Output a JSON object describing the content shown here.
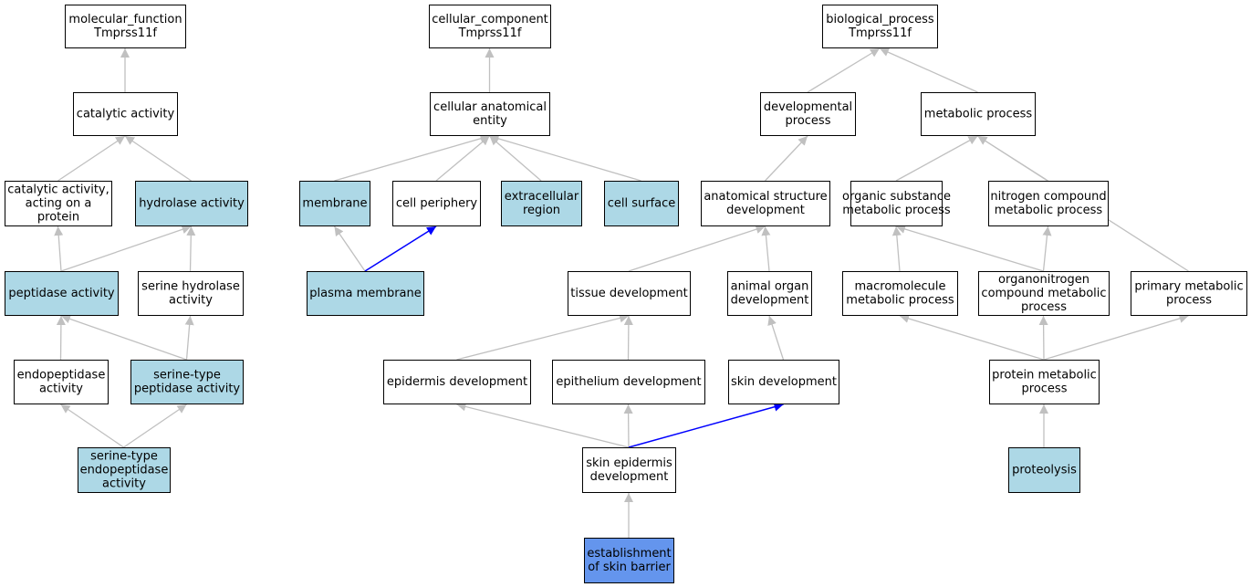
{
  "graph": {
    "colors": {
      "default_fill": "#ffffff",
      "light_fill": "#add8e6",
      "strong_fill": "#6495ed",
      "edge_gray": "#c0c0c0",
      "edge_blue": "#0000ff",
      "stroke": "#000000"
    },
    "nodes": [
      {
        "id": "mf",
        "lines": [
          "molecular_function",
          "Tmprss11f"
        ],
        "fill": "default"
      },
      {
        "id": "cat",
        "lines": [
          "catalytic activity"
        ],
        "fill": "default"
      },
      {
        "id": "catp",
        "lines": [
          "catalytic activity,",
          "acting on a",
          "protein"
        ],
        "fill": "default"
      },
      {
        "id": "hyd",
        "lines": [
          "hydrolase activity"
        ],
        "fill": "light"
      },
      {
        "id": "pep",
        "lines": [
          "peptidase activity"
        ],
        "fill": "light"
      },
      {
        "id": "serhyd",
        "lines": [
          "serine hydrolase",
          "activity"
        ],
        "fill": "default"
      },
      {
        "id": "endo",
        "lines": [
          "endopeptidase",
          "activity"
        ],
        "fill": "default"
      },
      {
        "id": "serpep",
        "lines": [
          "serine-type",
          "peptidase activity"
        ],
        "fill": "light"
      },
      {
        "id": "serendo",
        "lines": [
          "serine-type",
          "endopeptidase",
          "activity"
        ],
        "fill": "light"
      },
      {
        "id": "cc",
        "lines": [
          "cellular_component",
          "Tmprss11f"
        ],
        "fill": "default"
      },
      {
        "id": "cae",
        "lines": [
          "cellular anatomical",
          "entity"
        ],
        "fill": "default"
      },
      {
        "id": "mem",
        "lines": [
          "membrane"
        ],
        "fill": "light"
      },
      {
        "id": "cper",
        "lines": [
          "cell periphery"
        ],
        "fill": "default"
      },
      {
        "id": "extr",
        "lines": [
          "extracellular",
          "region"
        ],
        "fill": "light"
      },
      {
        "id": "csurf",
        "lines": [
          "cell surface"
        ],
        "fill": "light"
      },
      {
        "id": "pmem",
        "lines": [
          "plasma membrane"
        ],
        "fill": "light"
      },
      {
        "id": "bp",
        "lines": [
          "biological_process",
          "Tmprss11f"
        ],
        "fill": "default"
      },
      {
        "id": "dev",
        "lines": [
          "developmental",
          "process"
        ],
        "fill": "default"
      },
      {
        "id": "met",
        "lines": [
          "metabolic process"
        ],
        "fill": "default"
      },
      {
        "id": "asd",
        "lines": [
          "anatomical structure",
          "development"
        ],
        "fill": "default"
      },
      {
        "id": "osm",
        "lines": [
          "organic substance",
          "metabolic process"
        ],
        "fill": "default"
      },
      {
        "id": "ncm",
        "lines": [
          "nitrogen compound",
          "metabolic process"
        ],
        "fill": "default"
      },
      {
        "id": "tis",
        "lines": [
          "tissue development"
        ],
        "fill": "default"
      },
      {
        "id": "aod",
        "lines": [
          "animal organ",
          "development"
        ],
        "fill": "default"
      },
      {
        "id": "mmp",
        "lines": [
          "macromolecule",
          "metabolic process"
        ],
        "fill": "default"
      },
      {
        "id": "onc",
        "lines": [
          "organonitrogen",
          "compound metabolic",
          "process"
        ],
        "fill": "default"
      },
      {
        "id": "pri",
        "lines": [
          "primary metabolic",
          "process"
        ],
        "fill": "default"
      },
      {
        "id": "epid",
        "lines": [
          "epidermis development"
        ],
        "fill": "default"
      },
      {
        "id": "epit",
        "lines": [
          "epithelium development"
        ],
        "fill": "default"
      },
      {
        "id": "skin",
        "lines": [
          "skin development"
        ],
        "fill": "default"
      },
      {
        "id": "prot",
        "lines": [
          "protein metabolic",
          "process"
        ],
        "fill": "default"
      },
      {
        "id": "sed",
        "lines": [
          "skin epidermis",
          "development"
        ],
        "fill": "default"
      },
      {
        "id": "prteo",
        "lines": [
          "proteolysis"
        ],
        "fill": "light"
      },
      {
        "id": "esb",
        "lines": [
          "establishment",
          "of skin barrier"
        ],
        "fill": "strong"
      }
    ],
    "edges": [
      {
        "from": "cat",
        "to": "mf",
        "color": "gray"
      },
      {
        "from": "catp",
        "to": "cat",
        "color": "gray"
      },
      {
        "from": "hyd",
        "to": "cat",
        "color": "gray"
      },
      {
        "from": "pep",
        "to": "catp",
        "color": "gray"
      },
      {
        "from": "pep",
        "to": "hyd",
        "color": "gray"
      },
      {
        "from": "serhyd",
        "to": "hyd",
        "color": "gray"
      },
      {
        "from": "endo",
        "to": "pep",
        "color": "gray"
      },
      {
        "from": "serpep",
        "to": "pep",
        "color": "gray"
      },
      {
        "from": "serpep",
        "to": "serhyd",
        "color": "gray"
      },
      {
        "from": "serendo",
        "to": "endo",
        "color": "gray"
      },
      {
        "from": "serendo",
        "to": "serpep",
        "color": "gray"
      },
      {
        "from": "cae",
        "to": "cc",
        "color": "gray"
      },
      {
        "from": "mem",
        "to": "cae",
        "color": "gray"
      },
      {
        "from": "cper",
        "to": "cae",
        "color": "gray"
      },
      {
        "from": "extr",
        "to": "cae",
        "color": "gray"
      },
      {
        "from": "csurf",
        "to": "cae",
        "color": "gray"
      },
      {
        "from": "pmem",
        "to": "mem",
        "color": "gray"
      },
      {
        "from": "pmem",
        "to": "cper",
        "color": "blue"
      },
      {
        "from": "dev",
        "to": "bp",
        "color": "gray"
      },
      {
        "from": "met",
        "to": "bp",
        "color": "gray"
      },
      {
        "from": "asd",
        "to": "dev",
        "color": "gray"
      },
      {
        "from": "osm",
        "to": "met",
        "color": "gray"
      },
      {
        "from": "ncm",
        "to": "met",
        "color": "gray"
      },
      {
        "from": "pri",
        "to": "met",
        "color": "gray"
      },
      {
        "from": "tis",
        "to": "asd",
        "color": "gray"
      },
      {
        "from": "aod",
        "to": "asd",
        "color": "gray"
      },
      {
        "from": "mmp",
        "to": "osm",
        "color": "gray"
      },
      {
        "from": "onc",
        "to": "osm",
        "color": "gray"
      },
      {
        "from": "onc",
        "to": "ncm",
        "color": "gray"
      },
      {
        "from": "epid",
        "to": "tis",
        "color": "gray"
      },
      {
        "from": "epit",
        "to": "tis",
        "color": "gray"
      },
      {
        "from": "skin",
        "to": "aod",
        "color": "gray"
      },
      {
        "from": "prot",
        "to": "mmp",
        "color": "gray"
      },
      {
        "from": "prot",
        "to": "onc",
        "color": "gray"
      },
      {
        "from": "prot",
        "to": "pri",
        "color": "gray"
      },
      {
        "from": "sed",
        "to": "epid",
        "color": "gray"
      },
      {
        "from": "sed",
        "to": "epit",
        "color": "gray"
      },
      {
        "from": "sed",
        "to": "skin",
        "color": "blue"
      },
      {
        "from": "prteo",
        "to": "prot",
        "color": "gray"
      },
      {
        "from": "esb",
        "to": "sed",
        "color": "gray"
      }
    ]
  }
}
